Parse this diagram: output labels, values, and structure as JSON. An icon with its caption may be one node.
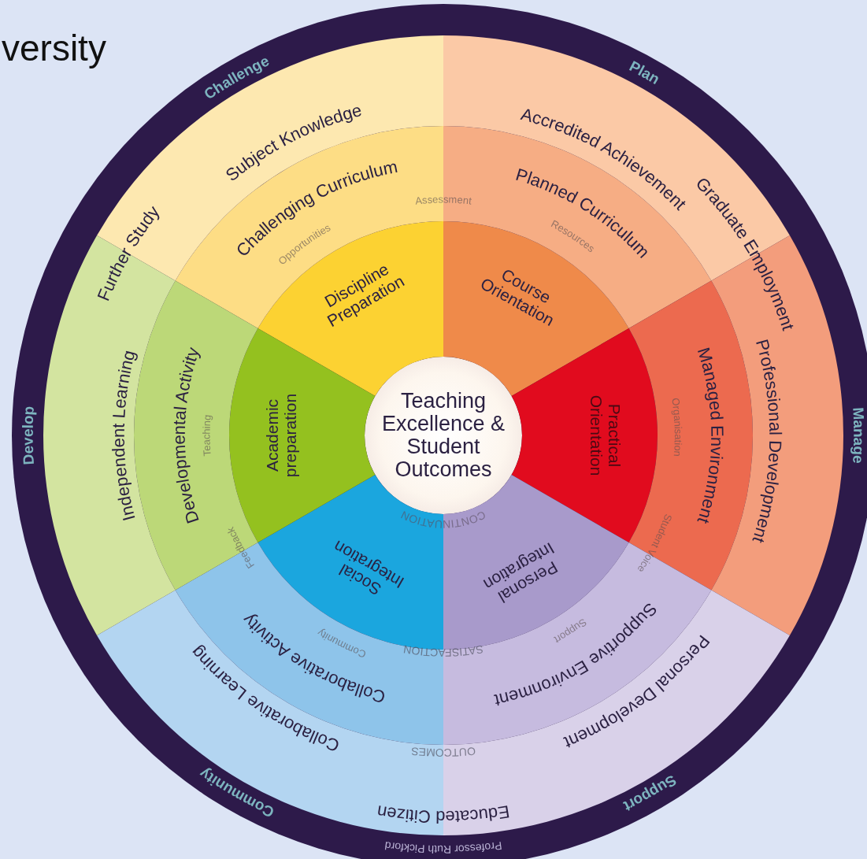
{
  "diagram": {
    "nodes": [
      {
        "text": [
          "Challenge",
          "Plan",
          "Develop",
          "Manage",
          "Community",
          "Support"
        ]
      },
      {
        "text": [
          "Teaching Excellence & Student Outcomes"
        ],
        "in": 0
      },
      {
        "text": [
          "Discipline Preparation"
        ],
        "in": 0
      },
      {
        "text": [
          "Course Orientation"
        ],
        "in": 0
      },
      {
        "text": [
          "Practical Orientation"
        ],
        "in": 0
      },
      {
        "text": [
          "Personal Integration"
        ],
        "in": 0
      },
      {
        "text": [
          "Social Integration"
        ],
        "in": 0
      },
      {
        "text": [
          "Academic preparation"
        ],
        "in": 0
      },
      {
        "text": [
          "Challenging Curriculum",
          "Opportunities"
        ],
        "in": 0
      },
      {
        "text": [
          "Planned Curriculum",
          "Resources"
        ],
        "in": 0
      },
      {
        "text": [
          "Organisation",
          "Managed Environment"
        ],
        "in": 0
      },
      {
        "text": [
          "Supportive Environment",
          "Support"
        ],
        "in": 0
      },
      {
        "text": [
          "Collaborative Activity",
          "Community"
        ],
        "in": 0
      },
      {
        "text": [
          "Developmental Activity",
          "Teaching"
        ],
        "in": 0
      },
      {
        "text": [
          "Subject Knowledge"
        ],
        "in": 0
      },
      {
        "text": [
          "Accredited Achievement"
        ],
        "in": 0
      },
      {
        "text": [
          "Professional Development"
        ],
        "in": 0
      },
      {
        "text": [
          "Personal Development"
        ],
        "in": 0
      },
      {
        "text": [
          "Collaborative Learning"
        ],
        "in": 0
      },
      {
        "text": [
          "Independent Learning"
        ],
        "in": 0
      }
    ],
    "labels": [
      "versity",
      "Further Study",
      "Assessment",
      "Graduate Employment",
      "Student Voice",
      "Feedback",
      "CONTINUATION",
      "SATISFACTION",
      "OUTCOMES",
      "Educated Citizen",
      "Professor Ruth Pickford"
    ]
  }
}
